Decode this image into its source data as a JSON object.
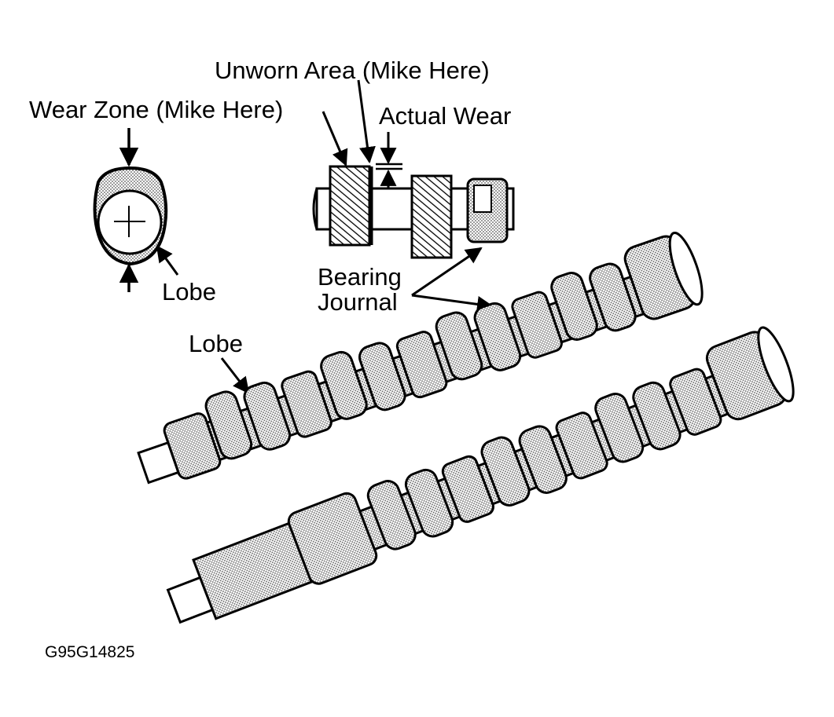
{
  "labels": {
    "unworn_area": "Unworn Area (Mike Here)",
    "wear_zone": "Wear Zone (Mike Here)",
    "actual_wear": "Actual Wear",
    "lobe_detail": "Lobe",
    "bearing_line1": "Bearing",
    "bearing_line2": "Journal",
    "lobe_shaft": "Lobe",
    "figure_code": "G95G14825"
  },
  "colors": {
    "ink": "#000000",
    "paper": "#ffffff",
    "stipple": "#c8c8c8",
    "hatch": "#000000"
  }
}
